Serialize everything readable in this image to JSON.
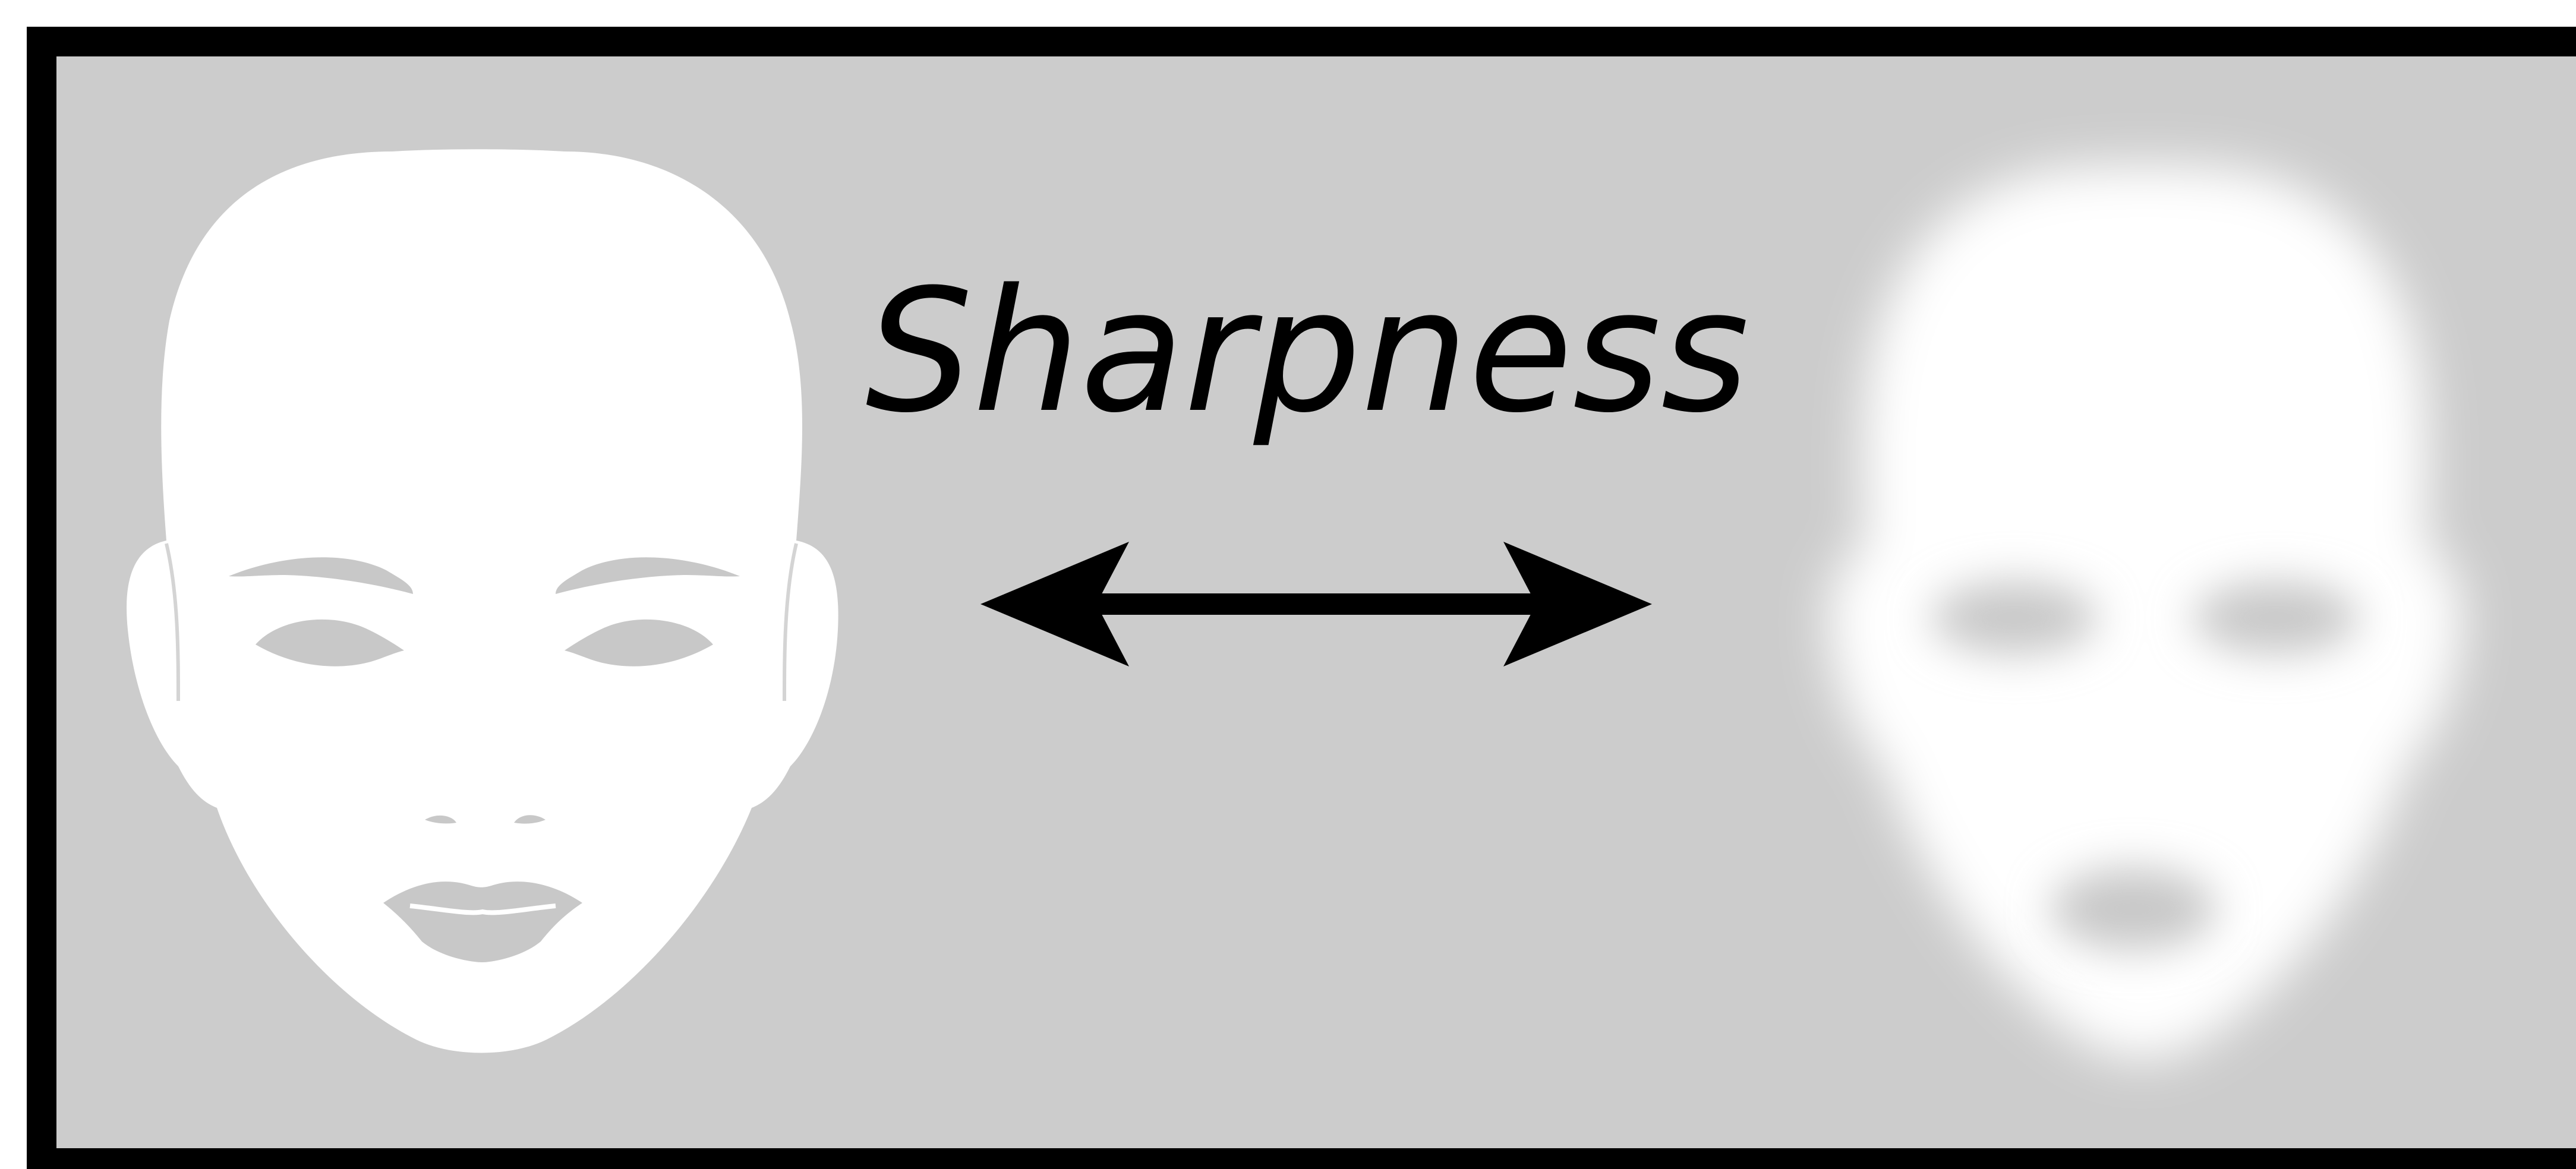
{
  "title": "Sharpness",
  "colors": {
    "frame": "#000000",
    "background": "#cccccc",
    "face": "#ffffff",
    "features": "#c8c8c8",
    "text": "#000000",
    "arrow": "#000000"
  },
  "elements": {
    "left_face": "sharp-face",
    "right_face": "blurred-face",
    "arrow": "double-headed-arrow"
  }
}
